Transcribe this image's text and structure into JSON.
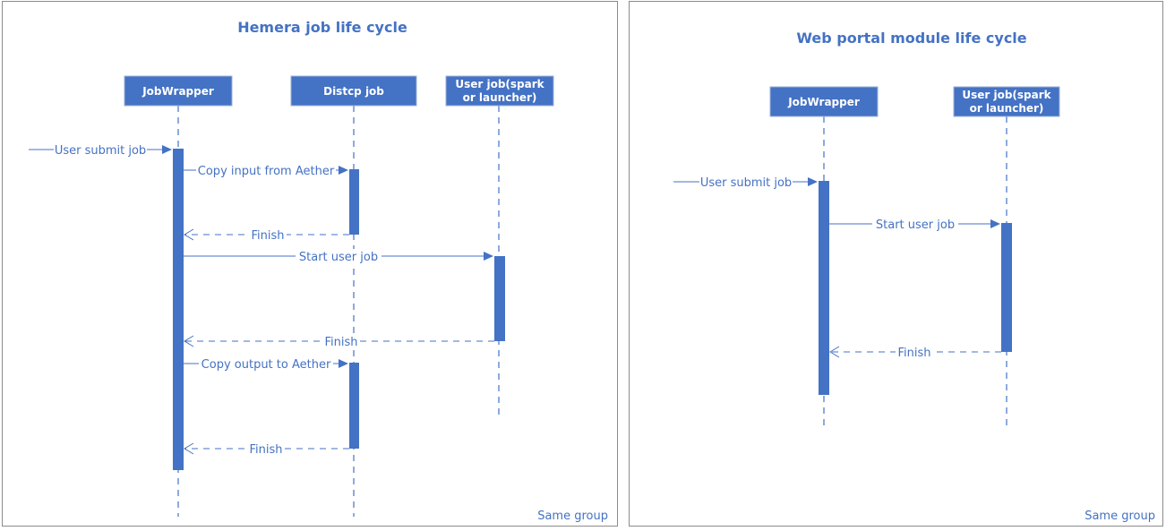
{
  "diagrams": [
    {
      "title": "Hemera job life cycle",
      "group_label": "Same group",
      "participants": [
        {
          "lines": [
            "JobWrapper"
          ]
        },
        {
          "lines": [
            "Distcp job"
          ]
        },
        {
          "lines": [
            "User job(spark",
            "or launcher)"
          ]
        }
      ],
      "messages": [
        {
          "label": "User submit job"
        },
        {
          "label": "Copy input from Aether"
        },
        {
          "label": "Finish"
        },
        {
          "label": "Start user job"
        },
        {
          "label": "Finish"
        },
        {
          "label": "Copy output to Aether"
        },
        {
          "label": "Finish"
        }
      ]
    },
    {
      "title": "Web portal module life cycle",
      "group_label": "Same group",
      "participants": [
        {
          "lines": [
            "JobWrapper"
          ]
        },
        {
          "lines": [
            "User job(spark",
            "or launcher)"
          ]
        }
      ],
      "messages": [
        {
          "label": "User submit job"
        },
        {
          "label": "Start user job"
        },
        {
          "label": "Finish"
        }
      ]
    }
  ],
  "colors": {
    "accent": "#4472c4",
    "frame_border": "#8c8c8c",
    "actor_text": "#ffffff"
  }
}
